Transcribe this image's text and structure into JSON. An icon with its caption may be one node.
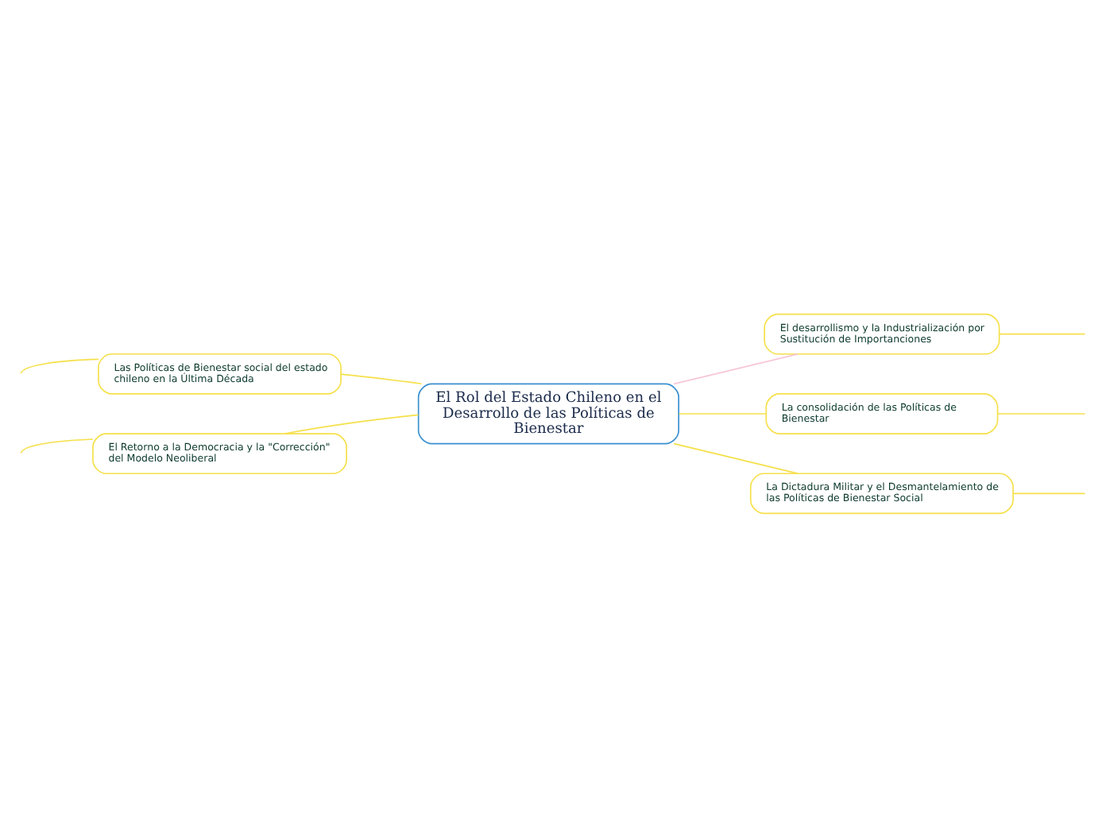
{
  "diagram": {
    "nodes": [
      {
        "text": [
          "El desarrollismo y la Industrialización por Sustitución de Importanciones"
        ]
      },
      {
        "text": [
          "Las Políticas de Bienestar social del estado chileno en la Última Década"
        ]
      },
      {
        "text": [
          "El Rol del Estado Chileno en el Desarrollo de las Políticas de Bienestar"
        ]
      },
      {
        "text": [
          "La consolidación de las Políticas de Bienestar"
        ]
      },
      {
        "text": [
          "El Retorno a la Democracia y la \"Corrección\" del Modelo Neoliberal"
        ]
      },
      {
        "text": [
          "La Dictadura Militar y el Desmantelamiento de las Políticas de Bienestar Social"
        ]
      }
    ],
    "edges": [
      {
        "from": 2,
        "to": 0,
        "arrow": "none",
        "color": "#f7c6d9"
      },
      {
        "from": 2,
        "to": 1,
        "arrow": "none"
      },
      {
        "from": 2,
        "to": 3,
        "arrow": "none"
      },
      {
        "from": 2,
        "to": 4,
        "arrow": "none"
      },
      {
        "from": 2,
        "to": 5,
        "arrow": "none"
      },
      {
        "from": 0,
        "to": null,
        "arrow": "none"
      },
      {
        "from": 1,
        "to": null,
        "arrow": "none"
      },
      {
        "from": 3,
        "to": null,
        "arrow": "none"
      },
      {
        "from": 4,
        "to": null,
        "arrow": "none"
      },
      {
        "from": 5,
        "to": null,
        "arrow": "none"
      }
    ]
  }
}
